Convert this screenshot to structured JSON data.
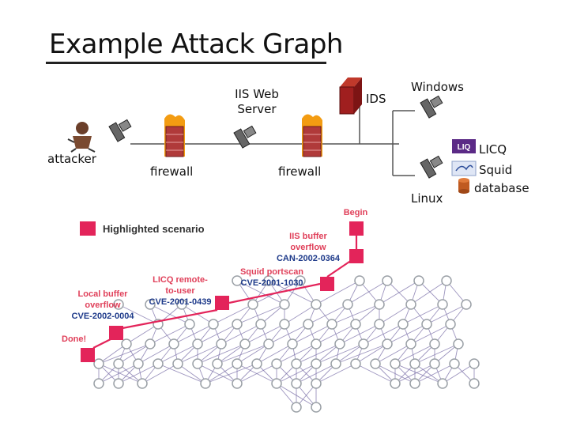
{
  "title": "Example Attack Graph",
  "network": {
    "attacker": "attacker",
    "firewall_1": "firewall",
    "iis_server": "IIS Web\nServer",
    "firewall_2": "firewall",
    "ids": "IDS",
    "windows": "Windows",
    "linux": "Linux",
    "services": [
      "LICQ",
      "Squid",
      "database"
    ]
  },
  "legend": {
    "label": "Highlighted scenario"
  },
  "scenario": {
    "begin": "Begin",
    "iis_overflow": [
      "IIS buffer",
      "overflow"
    ],
    "iis_cve": "CAN-2002-0364",
    "squid": "Squid portscan",
    "squid_cve": "CVE-2001-1030",
    "licq": [
      "LICQ remote-",
      "to-user"
    ],
    "licq_cve": "CVE-2001-0439",
    "local": [
      "Local buffer",
      "overflow"
    ],
    "local_cve": "CVE-2002-0004",
    "done": "Done!"
  },
  "colors": {
    "highlight": "#e3245a",
    "node_stroke": "#9aa0a6",
    "edge": "#7a6fa8"
  }
}
